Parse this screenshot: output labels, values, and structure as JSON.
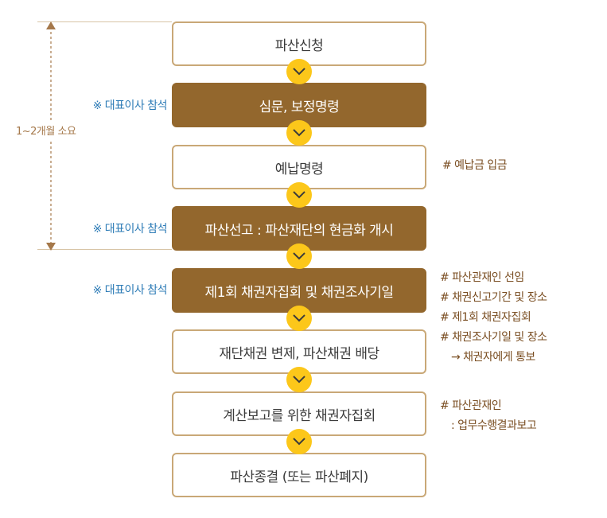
{
  "steps": [
    {
      "label": "파산신청",
      "style": "light"
    },
    {
      "label": "심문, 보정명령",
      "style": "dark"
    },
    {
      "label": "예납명령",
      "style": "light"
    },
    {
      "label": "파산선고 : 파산재단의 현금화 개시",
      "style": "dark"
    },
    {
      "label": "제1회 채권자집회 및 채권조사기일",
      "style": "dark"
    },
    {
      "label": "재단채권 변제, 파산채권 배당",
      "style": "light"
    },
    {
      "label": "계산보고를 위한 채권자집회",
      "style": "light"
    },
    {
      "label": "파산종결 (또는 파산폐지)",
      "style": "light"
    }
  ],
  "left_notes": {
    "note_1": "※ 대표이사 참석",
    "note_2": "※ 대표이사 참석",
    "note_3": "※ 대표이사 참석"
  },
  "period_label": "1~2개월 소요",
  "right_notes": {
    "deposit": "# 예납금 입금",
    "meeting": [
      "# 파산관재인 선임",
      "# 채권신고기간 및 장소",
      "# 제1회 채권자집회",
      "# 채권조사기일  및 장소",
      "→ 채권자에게 통보"
    ],
    "report": [
      "# 파산관재인",
      ": 업무수행결과보고"
    ]
  },
  "colors": {
    "dark_box": "#93672d",
    "light_border": "#c9a877",
    "arrow_circle": "#fcc71a",
    "left_note": "#2c7bb6",
    "right_note": "#7a4e22",
    "period_line": "#a5784a"
  },
  "icons": {
    "arrow": "chevron-down-icon",
    "period": "double-arrow-vertical-icon"
  }
}
